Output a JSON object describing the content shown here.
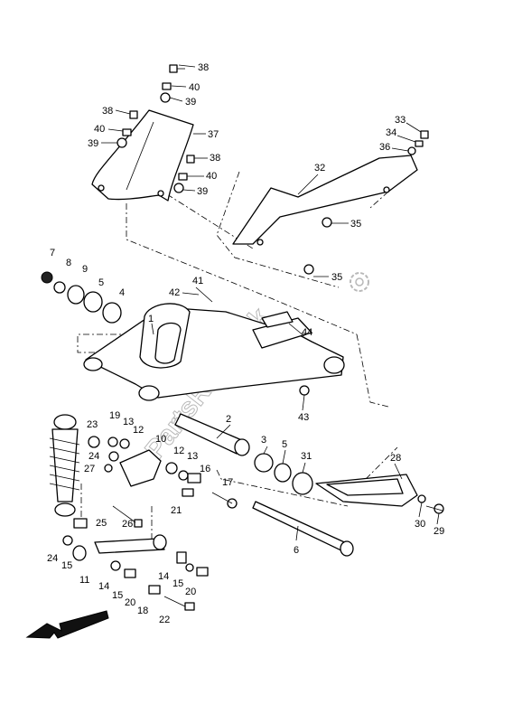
{
  "watermark": "PartsRepublik",
  "callouts": {
    "c1": "1",
    "c2": "2",
    "c3": "3",
    "c4": "4",
    "c5a": "5",
    "c5b": "5",
    "c6": "6",
    "c7": "7",
    "c8": "8",
    "c9": "9",
    "c10": "10",
    "c11": "11",
    "c12a": "12",
    "c12b": "12",
    "c13a": "13",
    "c13b": "13",
    "c14a": "14",
    "c14b": "14",
    "c15a": "15",
    "c15b": "15",
    "c15c": "15",
    "c16": "16",
    "c17": "17",
    "c18": "18",
    "c19": "19",
    "c20a": "20",
    "c20b": "20",
    "c21": "21",
    "c22": "22",
    "c23": "23",
    "c24a": "24",
    "c24b": "24",
    "c25": "25",
    "c26": "26",
    "c27": "27",
    "c28": "28",
    "c29": "29",
    "c30": "30",
    "c31": "31",
    "c32": "32",
    "c33": "33",
    "c34": "34",
    "c35a": "35",
    "c35b": "35",
    "c36": "36",
    "c37": "37",
    "c38a": "38",
    "c38b": "38",
    "c38c": "38",
    "c39a": "39",
    "c39b": "39",
    "c39c": "39",
    "c40a": "40",
    "c40b": "40",
    "c40c": "40",
    "c41": "41",
    "c42": "42",
    "c43": "43",
    "c44": "44"
  }
}
